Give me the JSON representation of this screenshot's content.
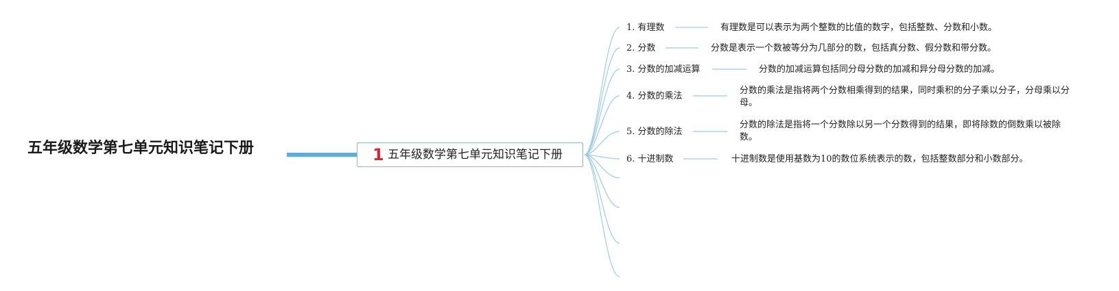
{
  "title": "五年级数学第七单元知识笔记下册",
  "center": {
    "badge": "1",
    "label": "五年级数学第七单元知识笔记下册"
  },
  "topics": [
    {
      "label": "1. 有理数",
      "description": "有理数是可以表示为两个整数的比值的数字，包括整数、分数和小数。"
    },
    {
      "label": "2. 分数",
      "description": "分数是表示一个数被等分为几部分的数，包括真分数、假分数和带分数。"
    },
    {
      "label": "3. 分数的加减运算",
      "description": "分数的加减运算包括同分母分数的加减和异分母分数的加减。"
    },
    {
      "label": "4. 分数的乘法",
      "description": "分数的乘法是指将两个分数相乘得到的结果，同时乘积的分子乘以分子，分母乘以分母。"
    },
    {
      "label": "5. 分数的除法",
      "description": "分数的除法是指将一个分数除以另一个分数得到的结果，即将除数的倒数乘以被除数。"
    },
    {
      "label": "6. 十进制数",
      "description": "十进制数是使用基数为10的数位系统表示的数，包括整数部分和小数部分。"
    }
  ],
  "colors": {
    "connector": "#5aaee0",
    "branch": "#9ccbe6",
    "box_border": "#8fb8a8",
    "badge": "#d42a3a"
  }
}
